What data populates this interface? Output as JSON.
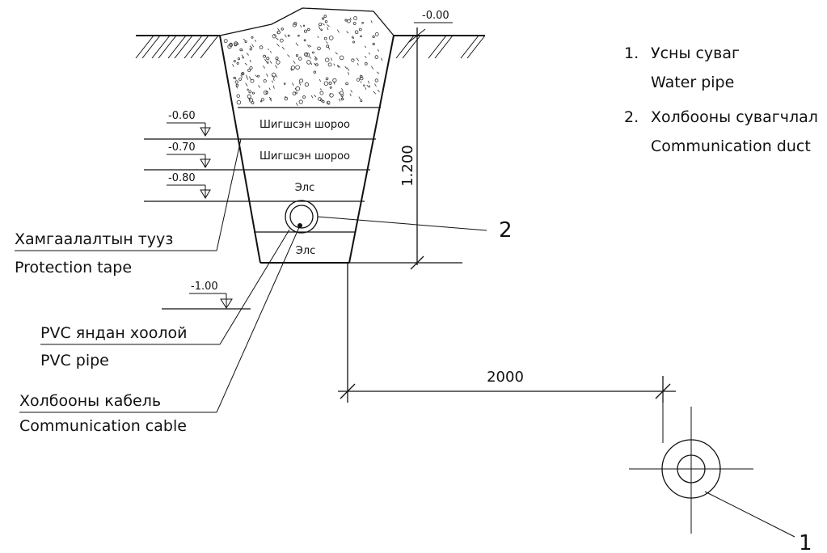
{
  "levels": {
    "ground": "-0.00",
    "l1": "-0.60",
    "l2": "-0.70",
    "l3": "-0.80",
    "l4": "-1.00"
  },
  "layers": {
    "compacted_1": "Шигшсэн шороо",
    "compacted_2": "Шигшсэн шороо",
    "sand_upper": "Элс",
    "sand_lower": "Элс"
  },
  "dimensions": {
    "depth": "1.200",
    "distance": "2000"
  },
  "callouts": {
    "marker_1": "1",
    "marker_2": "2",
    "protection_tape_mn": "Хамгаалалтын тууз",
    "protection_tape_en": "Protection tape",
    "pvc_pipe_mn": "PVC яндан хоолой",
    "pvc_pipe_en": "PVC pipe",
    "comm_cable_mn": "Холбооны кабель",
    "comm_cable_en": "Communication cable"
  },
  "legend": {
    "items": [
      {
        "number": "1.",
        "label_mn": "Усны сувaг",
        "label_en": "Water pipe"
      },
      {
        "number": "2.",
        "label_mn": "Холбооны сувагчлал",
        "label_en": "Communication duct"
      }
    ]
  }
}
